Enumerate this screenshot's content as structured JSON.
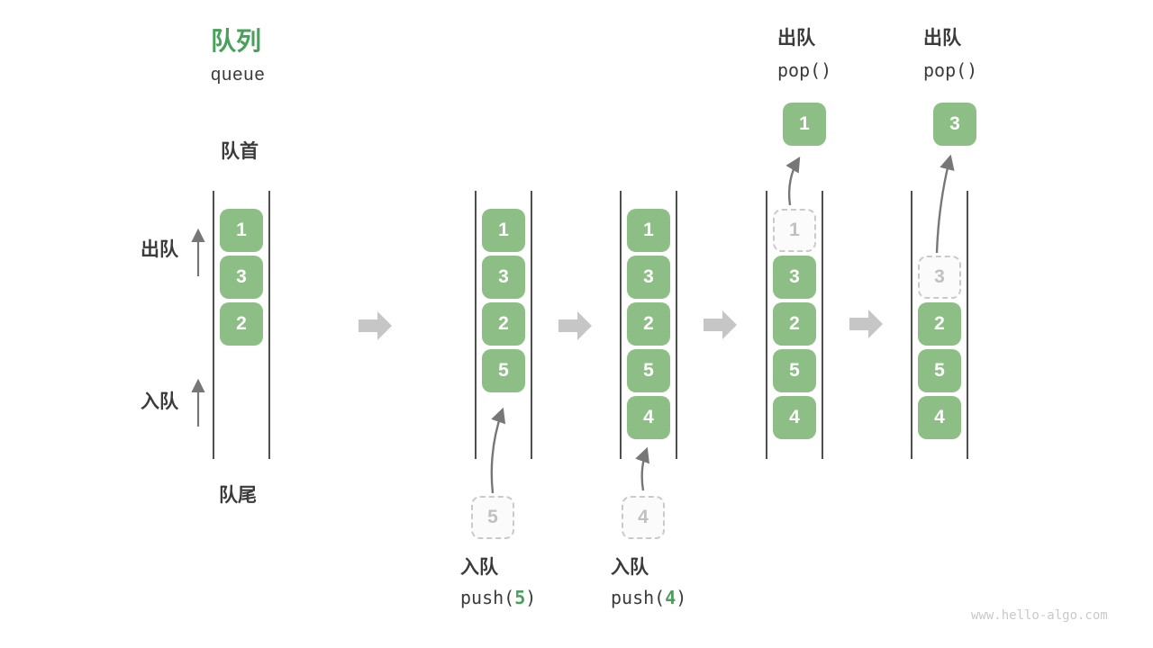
{
  "header": {
    "title_zh": "队列",
    "title_en": "queue"
  },
  "labels": {
    "front": "队首",
    "rear": "队尾",
    "dequeue_side": "出队",
    "enqueue_side": "入队"
  },
  "colors": {
    "accent_green": "#46A258",
    "box_green": "#8DBE85",
    "dark_text": "#3B3B3B",
    "dashed_border_gray": "#CACACA",
    "dashed_text_gray": "#C0C0C0",
    "thin_arrow_gray": "#777777",
    "block_arrow_gray": "#C6C6C6",
    "rail_gray": "#4F4F4F"
  },
  "states": [
    {
      "slots": [
        "1",
        "3",
        "2"
      ]
    },
    {
      "slots": [
        "1",
        "3",
        "2",
        "5"
      ]
    },
    {
      "slots": [
        "1",
        "3",
        "2",
        "5",
        "4"
      ]
    },
    {
      "dashed": "1",
      "slots": [
        "3",
        "2",
        "5",
        "4"
      ]
    },
    {
      "dashed": "3",
      "slots": [
        "2",
        "5",
        "4"
      ]
    }
  ],
  "operations": {
    "push5": {
      "label": "入队",
      "code_before": "push(",
      "arg": "5",
      "code_after": ")",
      "staged_value": "5"
    },
    "push4": {
      "label": "入队",
      "code_before": "push(",
      "arg": "4",
      "code_after": ")",
      "staged_value": "4"
    },
    "pop1": {
      "label": "出队",
      "code": "pop()",
      "popped_value": "1"
    },
    "pop2": {
      "label": "出队",
      "code": "pop()",
      "popped_value": "3"
    }
  },
  "watermark": "www.hello-algo.com"
}
